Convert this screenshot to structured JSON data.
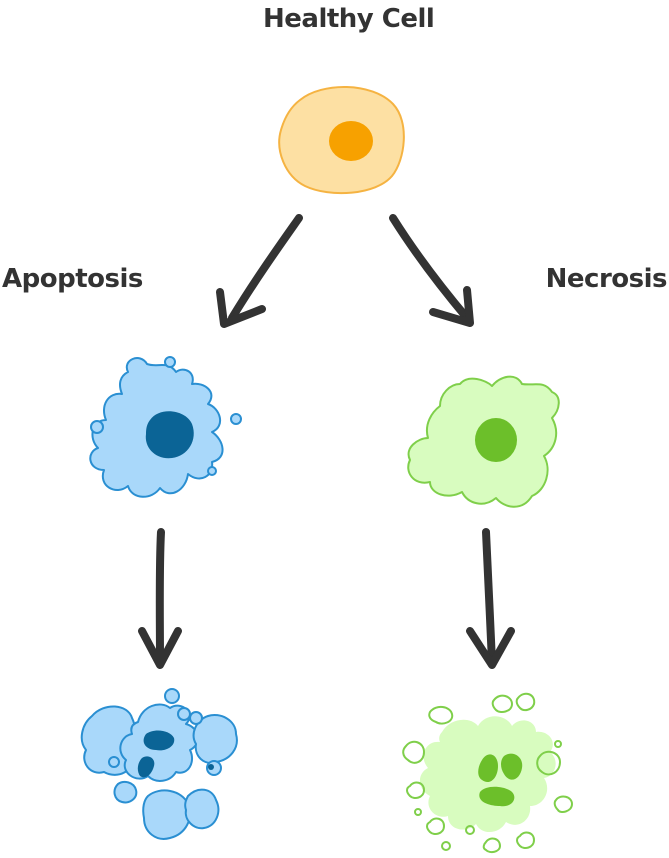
{
  "labels": {
    "healthy": "Healthy Cell",
    "apoptosis": "Apoptosis",
    "necrosis": "Necrosis"
  },
  "colors": {
    "healthy_fill": "#fde0a3",
    "healthy_stroke": "#f5b342",
    "healthy_nucleus": "#f7a100",
    "apoptosis_fill": "#a9d8fa",
    "apoptosis_stroke": "#2a8fd2",
    "apoptosis_nucleus": "#0b6496",
    "necrosis_fill": "#d8fcbf",
    "necrosis_stroke": "#7fcf4a",
    "necrosis_nucleus": "#6cbf2a",
    "arrow": "#333333"
  }
}
